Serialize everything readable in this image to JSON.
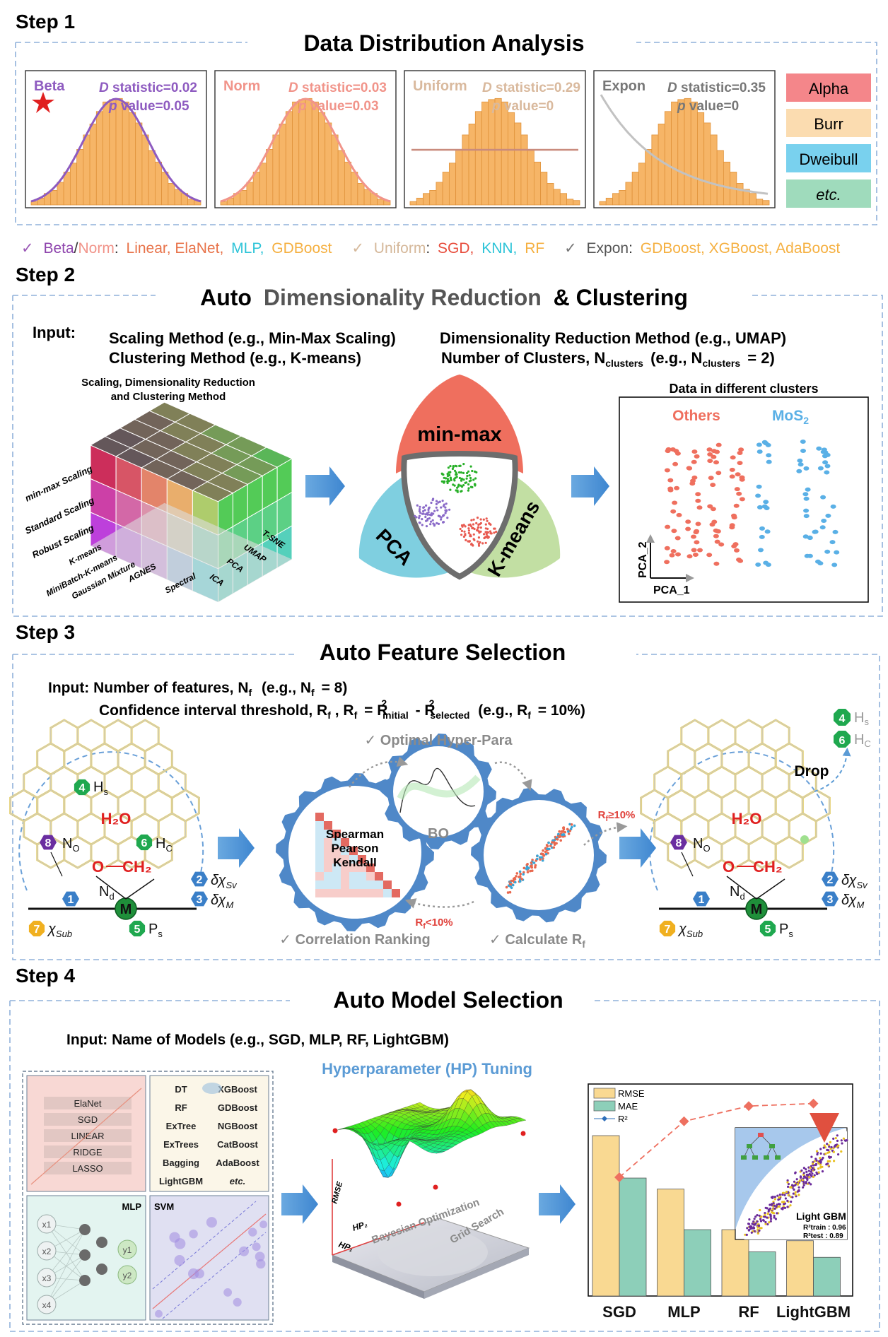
{
  "step1": {
    "label": "Step 1",
    "title": "Data Distribution Analysis",
    "panels": [
      {
        "dist": "Beta",
        "d_stat": "statistic=0.02",
        "p_val": "value=0.05"
      },
      {
        "dist": "Norm",
        "d_stat": "statistic=0.03",
        "p_val": "value=0.03"
      },
      {
        "dist": "Uniform",
        "d_stat": "statistic=0.29",
        "p_val": "value=0"
      },
      {
        "dist": "Expon",
        "d_stat": "statistic=0.35",
        "p_val": "value=0"
      }
    ],
    "d_symbol": "D",
    "p_symbol": "p",
    "legend": [
      "Alpha",
      "Burr",
      "Dweibull",
      "etc."
    ],
    "legend_colors": [
      "#f4868a",
      "#fbdcb0",
      "#79d1ee",
      "#9fdbbc"
    ],
    "summary": {
      "check": "✓",
      "beta": "Beta",
      "slash": "/",
      "norm": "Norm",
      "colon": ":",
      "g1_linear": "Linear, ElaNet,",
      "g1_mlp": "MLP,",
      "g1_gdb": "GDBoost",
      "uniform": "Uniform",
      "g2_sgd": "SGD,",
      "g2_knn": "KNN,",
      "g2_rf": "RF",
      "expon": "Expon",
      "g3_models": "GDBoost, XGBoost, AdaBoost"
    }
  },
  "step2": {
    "label": "Step 2",
    "title_a": "Auto",
    "title_b": "Dimensionality Reduction",
    "title_c": "& Clustering",
    "input_label": "Input:",
    "scaling": "Scaling Method (e.g., Min-Max Scaling)",
    "clustering": "Clustering Method (e.g., K-means)",
    "dimred": "Dimensionality Reduction Method (e.g., UMAP)",
    "nclusters_a": "Number of Clusters, N",
    "nclusters_sub": "clusters",
    "nclusters_b": "(e.g., N",
    "nclusters_c": "= 2)",
    "cube_title_1": "Scaling, Dimensionality Reduction",
    "cube_title_2": "and Clustering Method",
    "cube_scalers": [
      "min-max Scaling",
      "Standard Scaling",
      "Robust Scaling"
    ],
    "cube_cluster_methods": [
      "K-means",
      "MiniBatch-K-means",
      "Gaussian Mixture",
      "AGNES",
      "Spectral"
    ],
    "cube_reducers": [
      "ICA",
      "PCA",
      "UMAP",
      "T-SNE"
    ],
    "venn": {
      "top": "min-max",
      "left": "PCA",
      "right": "K-means"
    },
    "scatter_title": "Data in different clusters",
    "cluster_others": "Others",
    "cluster_mos": "MoS",
    "cluster_mos_sub": "2",
    "axis_x": "PCA_1",
    "axis_y": "PCA_2"
  },
  "step3": {
    "label": "Step 3",
    "title": "Auto Feature Selection",
    "input_1": "Input: Number of features, N",
    "input_1_sub": "f",
    "input_1_b": "(e.g., N",
    "input_1_c": "= 8)",
    "input_2": "Confidence interval threshold, R",
    "input_2_eq": ", R",
    "input_2_eq_b": "= R",
    "input_2_init": "initial",
    "input_2_minus": "- R",
    "input_2_sel": "selected",
    "input_2_tail": "(e.g., R",
    "input_2_tail_b": "= 10%)",
    "sup2": "2",
    "optimal": "✓ Optimal Hyper-Para",
    "corr_ranking": "✓ Correlation Ranking",
    "calc_rf": "✓ Calculate R",
    "bo": "BO",
    "corr_methods": [
      "Spearman",
      "Pearson",
      "Kendall"
    ],
    "rf_ge": "≥10%",
    "rf_lt": "<10%",
    "r_symbol": "R",
    "f_sub": "f",
    "drop": "Drop",
    "features": {
      "hs": "H",
      "hs_sub": "s",
      "hc": "H",
      "hc_sub": "C",
      "h2o": "H₂O",
      "no": "N",
      "no_sub": "O",
      "nd": "N",
      "nd_sub": "d",
      "m": "M",
      "o": "O",
      "ch2": "CH₂",
      "xsv": "δχ",
      "xsv_sub": "Sv",
      "xm": "δχ",
      "xm_sub": "M",
      "xsub": "χ",
      "xsub_sub": "Sub",
      "ps": "P",
      "ps_sub": "s"
    },
    "badges": [
      "1",
      "2",
      "3",
      "4",
      "5",
      "6",
      "7",
      "8"
    ]
  },
  "step4": {
    "label": "Step 4",
    "title": "Auto Model Selection",
    "input": "Input: Name of Models (e.g., SGD, MLP, RF, LightGBM)",
    "linear_models": [
      "ElaNet",
      "SGD",
      "LINEAR",
      "RIDGE",
      "LASSO"
    ],
    "tree_models_left": [
      "DT",
      "RF",
      "ExTree",
      "ExTrees",
      "Bagging",
      "LightGBM"
    ],
    "tree_models_right": [
      "XGBoost",
      "GDBoost",
      "NGBoost",
      "CatBoost",
      "AdaBoost",
      "etc."
    ],
    "mlp_label": "MLP",
    "svm_label": "SVM",
    "nn_inputs": [
      "x1",
      "x2",
      "x3",
      "x4"
    ],
    "nn_outputs": [
      "y1",
      "y2"
    ],
    "hp_title": "Hyperparameter (HP) Tuning",
    "surface_axes": {
      "z": "RMSE",
      "x": "HP₂",
      "y": "HP₁"
    },
    "bayes": "Bayesian Optimization",
    "grid": "Grid Search",
    "legend": [
      "RMSE",
      "MAE",
      "R²"
    ],
    "inset_title": "Light GBM",
    "inset_train": "R²train : 0.96",
    "inset_test": "R²test : 0.89"
  },
  "chart_data": {
    "type": "bar",
    "categories": [
      "SGD",
      "MLP",
      "RF",
      "LightGBM"
    ],
    "series": [
      {
        "name": "RMSE",
        "values": [
          0.87,
          0.58,
          0.36,
          0.3
        ],
        "color": "#f9d992"
      },
      {
        "name": "MAE",
        "values": [
          0.64,
          0.36,
          0.24,
          0.21
        ],
        "color": "#8dcfb9"
      },
      {
        "name": "R²",
        "values": [
          0.42,
          0.86,
          0.98,
          1.0
        ],
        "color": "#ee7060"
      }
    ],
    "ylim": [
      0,
      1.15
    ],
    "legend_position": "top-left"
  }
}
